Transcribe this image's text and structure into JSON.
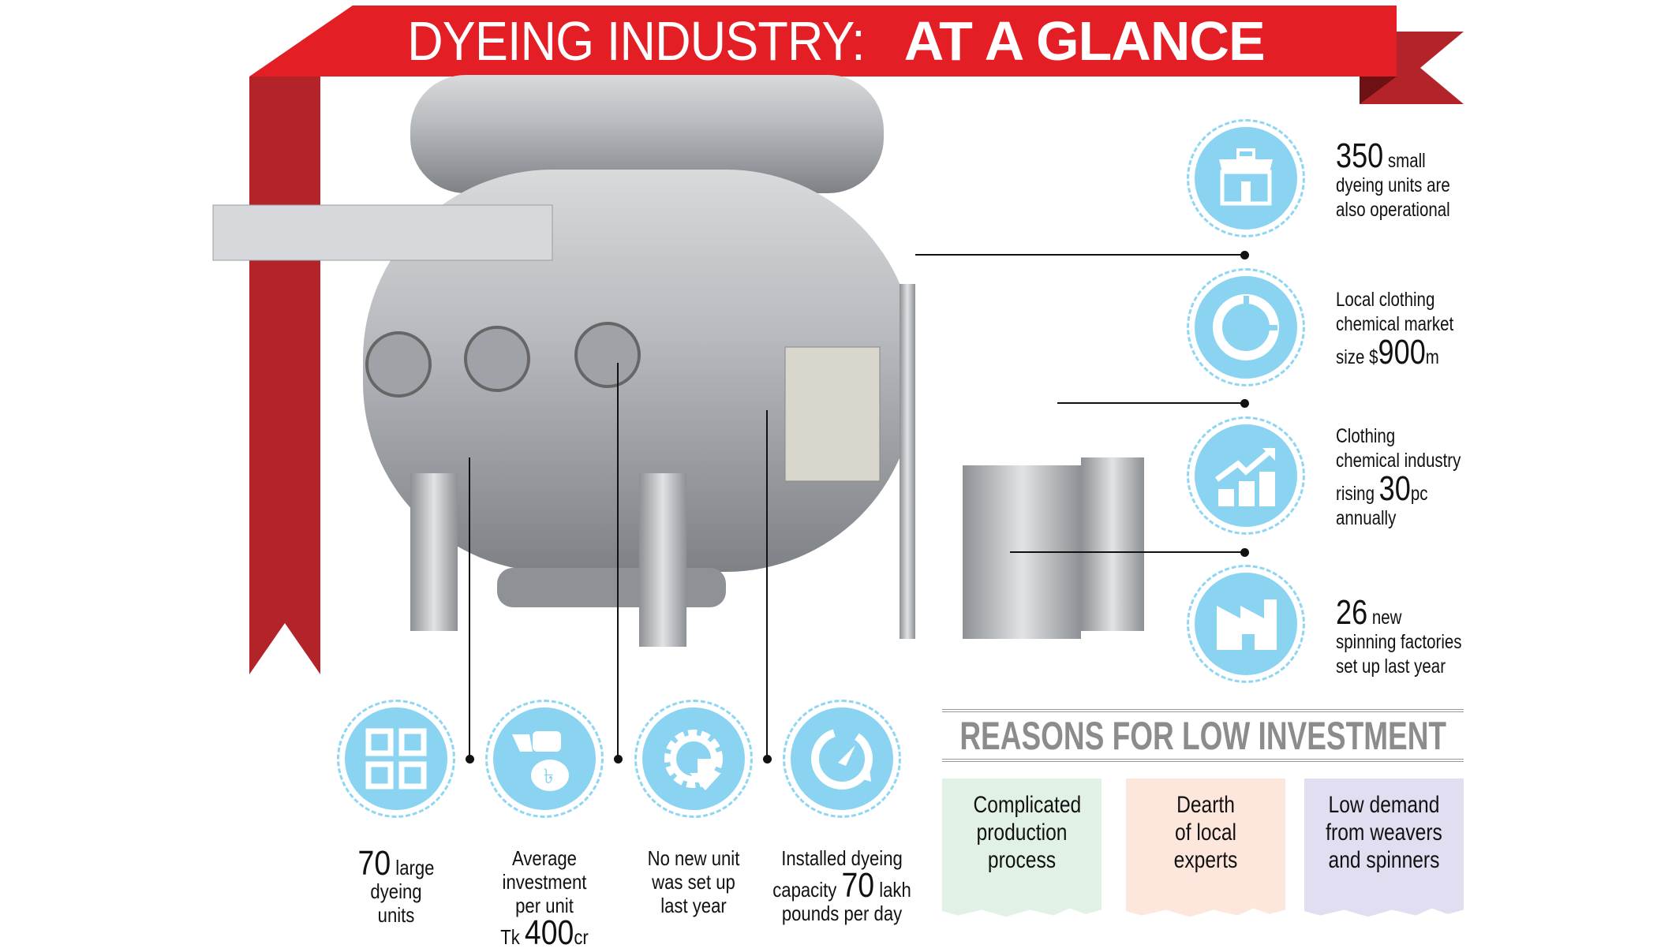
{
  "title": {
    "light": "DYEING INDUSTRY: ",
    "bold": "AT A GLANCE"
  },
  "colors": {
    "banner_red": "#e31e25",
    "ribbon_dark": "#b3242a",
    "icon_blue": "#8ad4f2",
    "heading_gray": "#8c8c8e"
  },
  "right_stats": [
    {
      "icon": "shop-icon",
      "big": "350",
      "text1": " small",
      "text2": "dyeing units are",
      "text3": "also operational"
    },
    {
      "icon": "pie-chart-icon",
      "text1": "Local clothing",
      "text2": "chemical market",
      "pre": "size $",
      "big": "900",
      "post": "m"
    },
    {
      "icon": "growth-chart-icon",
      "text1": "Clothing",
      "text2": "chemical industry",
      "pre": "rising ",
      "big": "30",
      "post": "pc",
      "text3": "annually"
    },
    {
      "icon": "factory-icon",
      "big": "26",
      "text1": " new",
      "text2": "spinning factories",
      "text3": "set up last year"
    }
  ],
  "bottom_stats": [
    {
      "icon": "network-icon",
      "big": "70",
      "post": " large",
      "text2": "dyeing",
      "text3": "units"
    },
    {
      "icon": "money-bag-icon",
      "text1": "Average investment",
      "text2": "per unit",
      "pre": "Tk ",
      "big": "400",
      "post": "cr"
    },
    {
      "icon": "gear-down-icon",
      "text1": "No new unit",
      "text2": "was set up",
      "text3": "last year"
    },
    {
      "icon": "gauge-icon",
      "text1": "Installed dyeing",
      "pre": "capacity ",
      "big": "70",
      "post": " lakh",
      "text3": "pounds per day"
    }
  ],
  "reasons": {
    "title": "REASONS FOR LOW INVESTMENT",
    "items": [
      {
        "text": "Complicated production process",
        "color": "#e2f1e6"
      },
      {
        "text": "Dearth of local experts",
        "color": "#fde6dc"
      },
      {
        "text": "Low demand from weavers and spinners",
        "color": "#e0def0"
      }
    ]
  }
}
